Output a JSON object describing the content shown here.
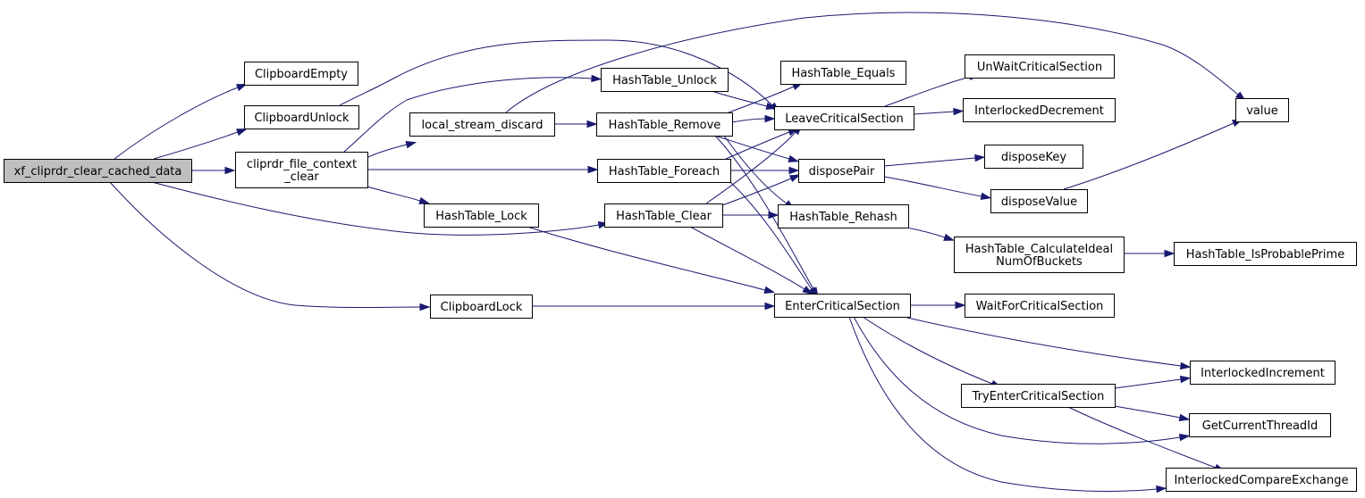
{
  "graph": {
    "colors": {
      "edge": "#191970",
      "root_fill": "#bfbfbf",
      "node_fill": "#ffffff",
      "border": "#000000"
    },
    "nodes": [
      {
        "id": "root",
        "lines": [
          "xf_cliprdr_clear_cached_data"
        ],
        "root": true
      },
      {
        "id": "ClipboardEmpty",
        "lines": [
          "ClipboardEmpty"
        ]
      },
      {
        "id": "ClipboardUnlock",
        "lines": [
          "ClipboardUnlock"
        ]
      },
      {
        "id": "cliprdr_file_context_clear",
        "lines": [
          "cliprdr_file_context",
          "_clear"
        ]
      },
      {
        "id": "ClipboardLock",
        "lines": [
          "ClipboardLock"
        ]
      },
      {
        "id": "local_stream_discard",
        "lines": [
          "local_stream_discard"
        ]
      },
      {
        "id": "HashTable_Lock",
        "lines": [
          "HashTable_Lock"
        ]
      },
      {
        "id": "HashTable_Unlock",
        "lines": [
          "HashTable_Unlock"
        ]
      },
      {
        "id": "HashTable_Remove",
        "lines": [
          "HashTable_Remove"
        ]
      },
      {
        "id": "HashTable_Foreach",
        "lines": [
          "HashTable_Foreach"
        ]
      },
      {
        "id": "HashTable_Clear",
        "lines": [
          "HashTable_Clear"
        ]
      },
      {
        "id": "HashTable_Equals",
        "lines": [
          "HashTable_Equals"
        ]
      },
      {
        "id": "LeaveCriticalSection",
        "lines": [
          "LeaveCriticalSection"
        ]
      },
      {
        "id": "disposePair",
        "lines": [
          "disposePair"
        ]
      },
      {
        "id": "HashTable_Rehash",
        "lines": [
          "HashTable_Rehash"
        ]
      },
      {
        "id": "EnterCriticalSection",
        "lines": [
          "EnterCriticalSection"
        ]
      },
      {
        "id": "UnWaitCriticalSection",
        "lines": [
          "UnWaitCriticalSection"
        ]
      },
      {
        "id": "InterlockedDecrement",
        "lines": [
          "InterlockedDecrement"
        ]
      },
      {
        "id": "disposeKey",
        "lines": [
          "disposeKey"
        ]
      },
      {
        "id": "disposeValue",
        "lines": [
          "disposeValue"
        ]
      },
      {
        "id": "HashTable_CalculateIdealNumOfBuckets",
        "lines": [
          "HashTable_CalculateIdeal",
          "NumOfBuckets"
        ]
      },
      {
        "id": "WaitForCriticalSection",
        "lines": [
          "WaitForCriticalSection"
        ]
      },
      {
        "id": "TryEnterCriticalSection",
        "lines": [
          "TryEnterCriticalSection"
        ]
      },
      {
        "id": "InterlockedIncrement",
        "lines": [
          "InterlockedIncrement"
        ]
      },
      {
        "id": "GetCurrentThreadId",
        "lines": [
          "GetCurrentThreadId"
        ]
      },
      {
        "id": "InterlockedCompareExchange",
        "lines": [
          "InterlockedCompareExchange"
        ]
      },
      {
        "id": "value",
        "lines": [
          "value"
        ]
      },
      {
        "id": "HashTable_IsProbablePrime",
        "lines": [
          "HashTable_IsProbablePrime"
        ]
      }
    ],
    "edges": [
      {
        "from": "root",
        "to": "ClipboardEmpty"
      },
      {
        "from": "root",
        "to": "ClipboardUnlock"
      },
      {
        "from": "root",
        "to": "cliprdr_file_context_clear"
      },
      {
        "from": "root",
        "to": "HashTable_Clear"
      },
      {
        "from": "root",
        "to": "ClipboardLock"
      },
      {
        "from": "ClipboardUnlock",
        "to": "LeaveCriticalSection"
      },
      {
        "from": "cliprdr_file_context_clear",
        "to": "HashTable_Unlock"
      },
      {
        "from": "cliprdr_file_context_clear",
        "to": "local_stream_discard"
      },
      {
        "from": "cliprdr_file_context_clear",
        "to": "HashTable_Foreach"
      },
      {
        "from": "cliprdr_file_context_clear",
        "to": "HashTable_Lock"
      },
      {
        "from": "local_stream_discard",
        "to": "value"
      },
      {
        "from": "local_stream_discard",
        "to": "HashTable_Remove"
      },
      {
        "from": "HashTable_Unlock",
        "to": "LeaveCriticalSection"
      },
      {
        "from": "HashTable_Remove",
        "to": "HashTable_Equals"
      },
      {
        "from": "HashTable_Remove",
        "to": "LeaveCriticalSection"
      },
      {
        "from": "HashTable_Remove",
        "to": "disposePair"
      },
      {
        "from": "HashTable_Remove",
        "to": "HashTable_Rehash"
      },
      {
        "from": "HashTable_Remove",
        "to": "EnterCriticalSection"
      },
      {
        "from": "HashTable_Foreach",
        "to": "LeaveCriticalSection"
      },
      {
        "from": "HashTable_Foreach",
        "to": "disposePair"
      },
      {
        "from": "HashTable_Foreach",
        "to": "EnterCriticalSection"
      },
      {
        "from": "HashTable_Clear",
        "to": "LeaveCriticalSection"
      },
      {
        "from": "HashTable_Clear",
        "to": "disposePair"
      },
      {
        "from": "HashTable_Clear",
        "to": "HashTable_Rehash"
      },
      {
        "from": "HashTable_Clear",
        "to": "EnterCriticalSection"
      },
      {
        "from": "HashTable_Lock",
        "to": "EnterCriticalSection"
      },
      {
        "from": "ClipboardLock",
        "to": "EnterCriticalSection"
      },
      {
        "from": "LeaveCriticalSection",
        "to": "UnWaitCriticalSection"
      },
      {
        "from": "LeaveCriticalSection",
        "to": "InterlockedDecrement"
      },
      {
        "from": "disposePair",
        "to": "disposeKey"
      },
      {
        "from": "disposePair",
        "to": "disposeValue"
      },
      {
        "from": "disposeValue",
        "to": "value"
      },
      {
        "from": "HashTable_Rehash",
        "to": "HashTable_CalculateIdealNumOfBuckets"
      },
      {
        "from": "HashTable_CalculateIdealNumOfBuckets",
        "to": "HashTable_IsProbablePrime"
      },
      {
        "from": "EnterCriticalSection",
        "to": "WaitForCriticalSection"
      },
      {
        "from": "EnterCriticalSection",
        "to": "InterlockedIncrement"
      },
      {
        "from": "EnterCriticalSection",
        "to": "TryEnterCriticalSection"
      },
      {
        "from": "EnterCriticalSection",
        "to": "GetCurrentThreadId"
      },
      {
        "from": "EnterCriticalSection",
        "to": "InterlockedCompareExchange"
      },
      {
        "from": "TryEnterCriticalSection",
        "to": "InterlockedIncrement"
      },
      {
        "from": "TryEnterCriticalSection",
        "to": "GetCurrentThreadId"
      },
      {
        "from": "TryEnterCriticalSection",
        "to": "InterlockedCompareExchange"
      }
    ]
  }
}
